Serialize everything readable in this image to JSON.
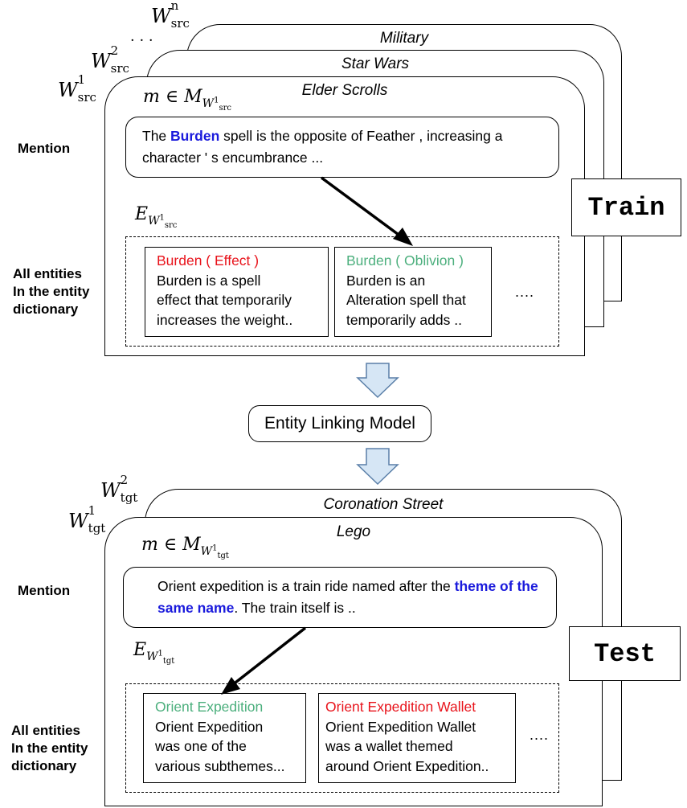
{
  "train": {
    "domain_labels": {
      "first": {
        "base": "W",
        "sup": "1",
        "sub": "src"
      },
      "second": {
        "base": "W",
        "sup": "2",
        "sub": "src"
      },
      "nth": {
        "base": "W",
        "sup": "n",
        "sub": "src"
      },
      "ellipsis": "· · ·"
    },
    "card_titles": [
      "Military",
      "Star Wars",
      "Elder Scrolls"
    ],
    "mention_set_label": "m ∈ M",
    "mention_set_sub": "W",
    "mention_set_subsup": "1",
    "mention_set_subsub": "src",
    "entity_set_label": "E",
    "entity_set_subsup": "1",
    "entity_set_subsub": "src",
    "side_mention": "Mention",
    "side_entities": [
      "All entities",
      "In the entity",
      "dictionary"
    ],
    "mention_text": {
      "before": "The ",
      "highlight": "Burden",
      "after": " spell is the opposite of Feather , increasing a character ' s encumbrance ..."
    },
    "entities": [
      {
        "title": "Burden ( Effect )",
        "lines": [
          "Burden is a spell",
          "effect that temporarily",
          "increases the weight.."
        ],
        "title_color": "red"
      },
      {
        "title": "Burden ( Oblivion )",
        "lines": [
          "Burden is an",
          "Alteration spell that",
          "temporarily adds .."
        ],
        "title_color": "green"
      }
    ],
    "more": "....",
    "tag": "Train"
  },
  "model": {
    "label": "Entity Linking Model"
  },
  "test": {
    "domain_labels": {
      "first": {
        "base": "W",
        "sup": "1",
        "sub": "tgt"
      },
      "second": {
        "base": "W",
        "sup": "2",
        "sub": "tgt"
      }
    },
    "card_titles": [
      "Coronation Street",
      "Lego"
    ],
    "mention_set_label": "m ∈ M",
    "mention_set_sub": "W",
    "mention_set_subsup": "1",
    "mention_set_subsub": "tgt",
    "entity_set_label": "E",
    "entity_set_subsup": "1",
    "entity_set_subsub": "tgt",
    "side_mention": "Mention",
    "side_entities": [
      "All entities",
      "In the entity",
      "dictionary"
    ],
    "mention_text": {
      "before": "Orient expedition is a train ride named after the ",
      "highlight": "theme of the same name",
      "after": ". The train itself is .."
    },
    "entities": [
      {
        "title": "Orient Expedition",
        "lines": [
          "Orient Expedition",
          "was one of the",
          "various subthemes..."
        ],
        "title_color": "green"
      },
      {
        "title": "Orient Expedition Wallet",
        "lines": [
          "Orient Expedition Wallet",
          "was a wallet themed",
          "around Orient Expedition.."
        ],
        "title_color": "red"
      }
    ],
    "more": "....",
    "tag": "Test"
  },
  "colors": {
    "highlight": "#1a1adc",
    "red_title": "#e8131b",
    "green_title": "#4caf7d",
    "flow_arrow_fill": "#d6e6f5",
    "flow_arrow_stroke": "#5a7fa8"
  }
}
